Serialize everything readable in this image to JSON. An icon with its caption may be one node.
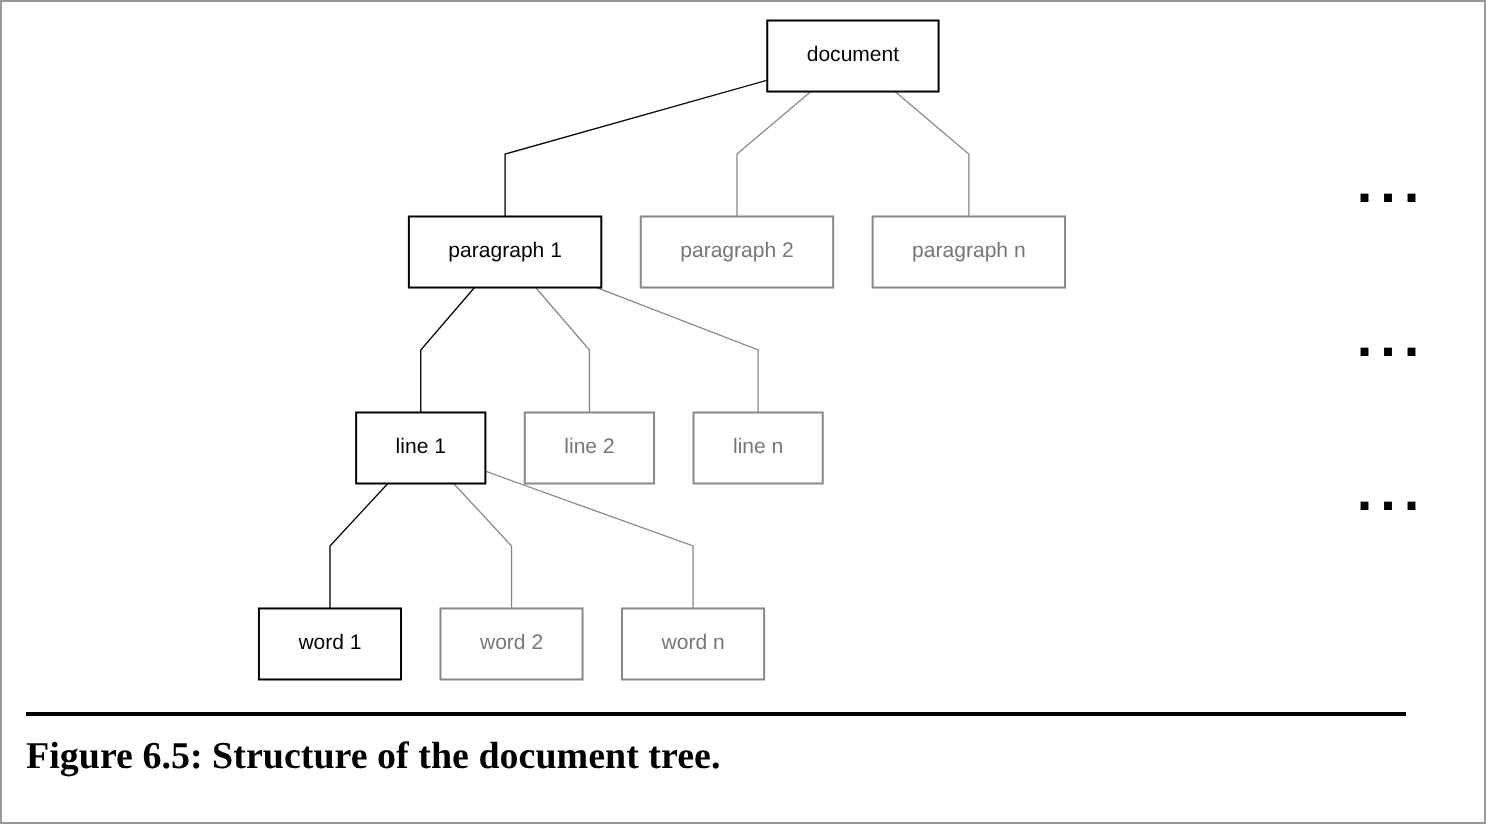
{
  "diagram": {
    "caption": "Figure 6.5: Structure of the document tree.",
    "nodes": [
      {
        "text": [
          "document"
        ]
      },
      {
        "text": [
          "paragraph 1"
        ]
      },
      {
        "text": [
          "paragraph 2"
        ]
      },
      {
        "text": [
          "paragraph n"
        ]
      },
      {
        "text": [
          "line 1"
        ]
      },
      {
        "text": [
          "line 2"
        ]
      },
      {
        "text": [
          "line n"
        ]
      },
      {
        "text": [
          "word 1"
        ]
      },
      {
        "text": [
          "word 2"
        ]
      },
      {
        "text": [
          "word n"
        ]
      }
    ],
    "edges": [
      {
        "from": 0,
        "to": 1,
        "arrow": "none",
        "color": "#000000"
      },
      {
        "from": 0,
        "to": 2,
        "arrow": "none"
      },
      {
        "from": 0,
        "to": 3,
        "arrow": "none"
      },
      {
        "from": 1,
        "to": 4,
        "arrow": "none",
        "color": "#000000"
      },
      {
        "from": 1,
        "to": 5,
        "arrow": "none"
      },
      {
        "from": 1,
        "to": 6,
        "arrow": "none"
      },
      {
        "from": 4,
        "to": 7,
        "arrow": "none",
        "color": "#000000"
      },
      {
        "from": 4,
        "to": 8,
        "arrow": "none"
      },
      {
        "from": 4,
        "to": 9,
        "arrow": "none"
      }
    ],
    "labels": [
      "...",
      "...",
      "..."
    ]
  }
}
